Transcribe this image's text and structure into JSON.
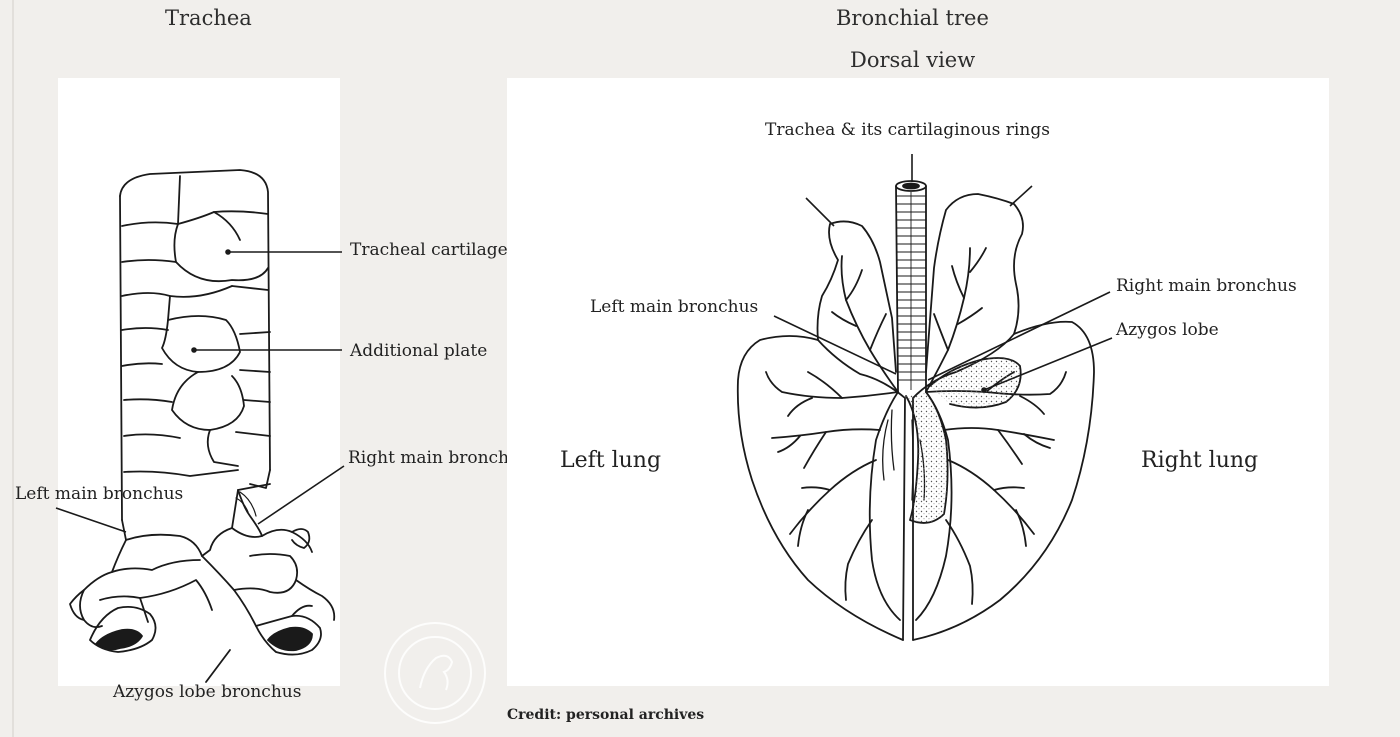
{
  "titles": {
    "trachea": "Trachea",
    "bronchial_tree": "Bronchial tree",
    "dorsal_view": "Dorsal view"
  },
  "trachea_panel": {
    "labels": {
      "tracheal_cartilage": "Tracheal cartilage",
      "additional_plate": "Additional plate",
      "right_main_bronchus": "Right main bronchus",
      "left_main_bronchus": "Left main bronchus",
      "azygos_lobe_bronchus": "Azygos lobe bronchus"
    }
  },
  "bronchial_panel": {
    "labels": {
      "trachea_rings": "Trachea & its cartilaginous rings",
      "left_main_bronchus": "Left main bronchus",
      "right_main_bronchus": "Right main bronchus",
      "azygos_lobe": "Azygos lobe",
      "left_lung": "Left lung",
      "right_lung": "Right lung"
    }
  },
  "credit": "Credit: personal archives",
  "colors": {
    "background": "#f1efec",
    "panel": "#ffffff",
    "ink": "#222222"
  },
  "watermark_icon": "horse-seal-icon"
}
